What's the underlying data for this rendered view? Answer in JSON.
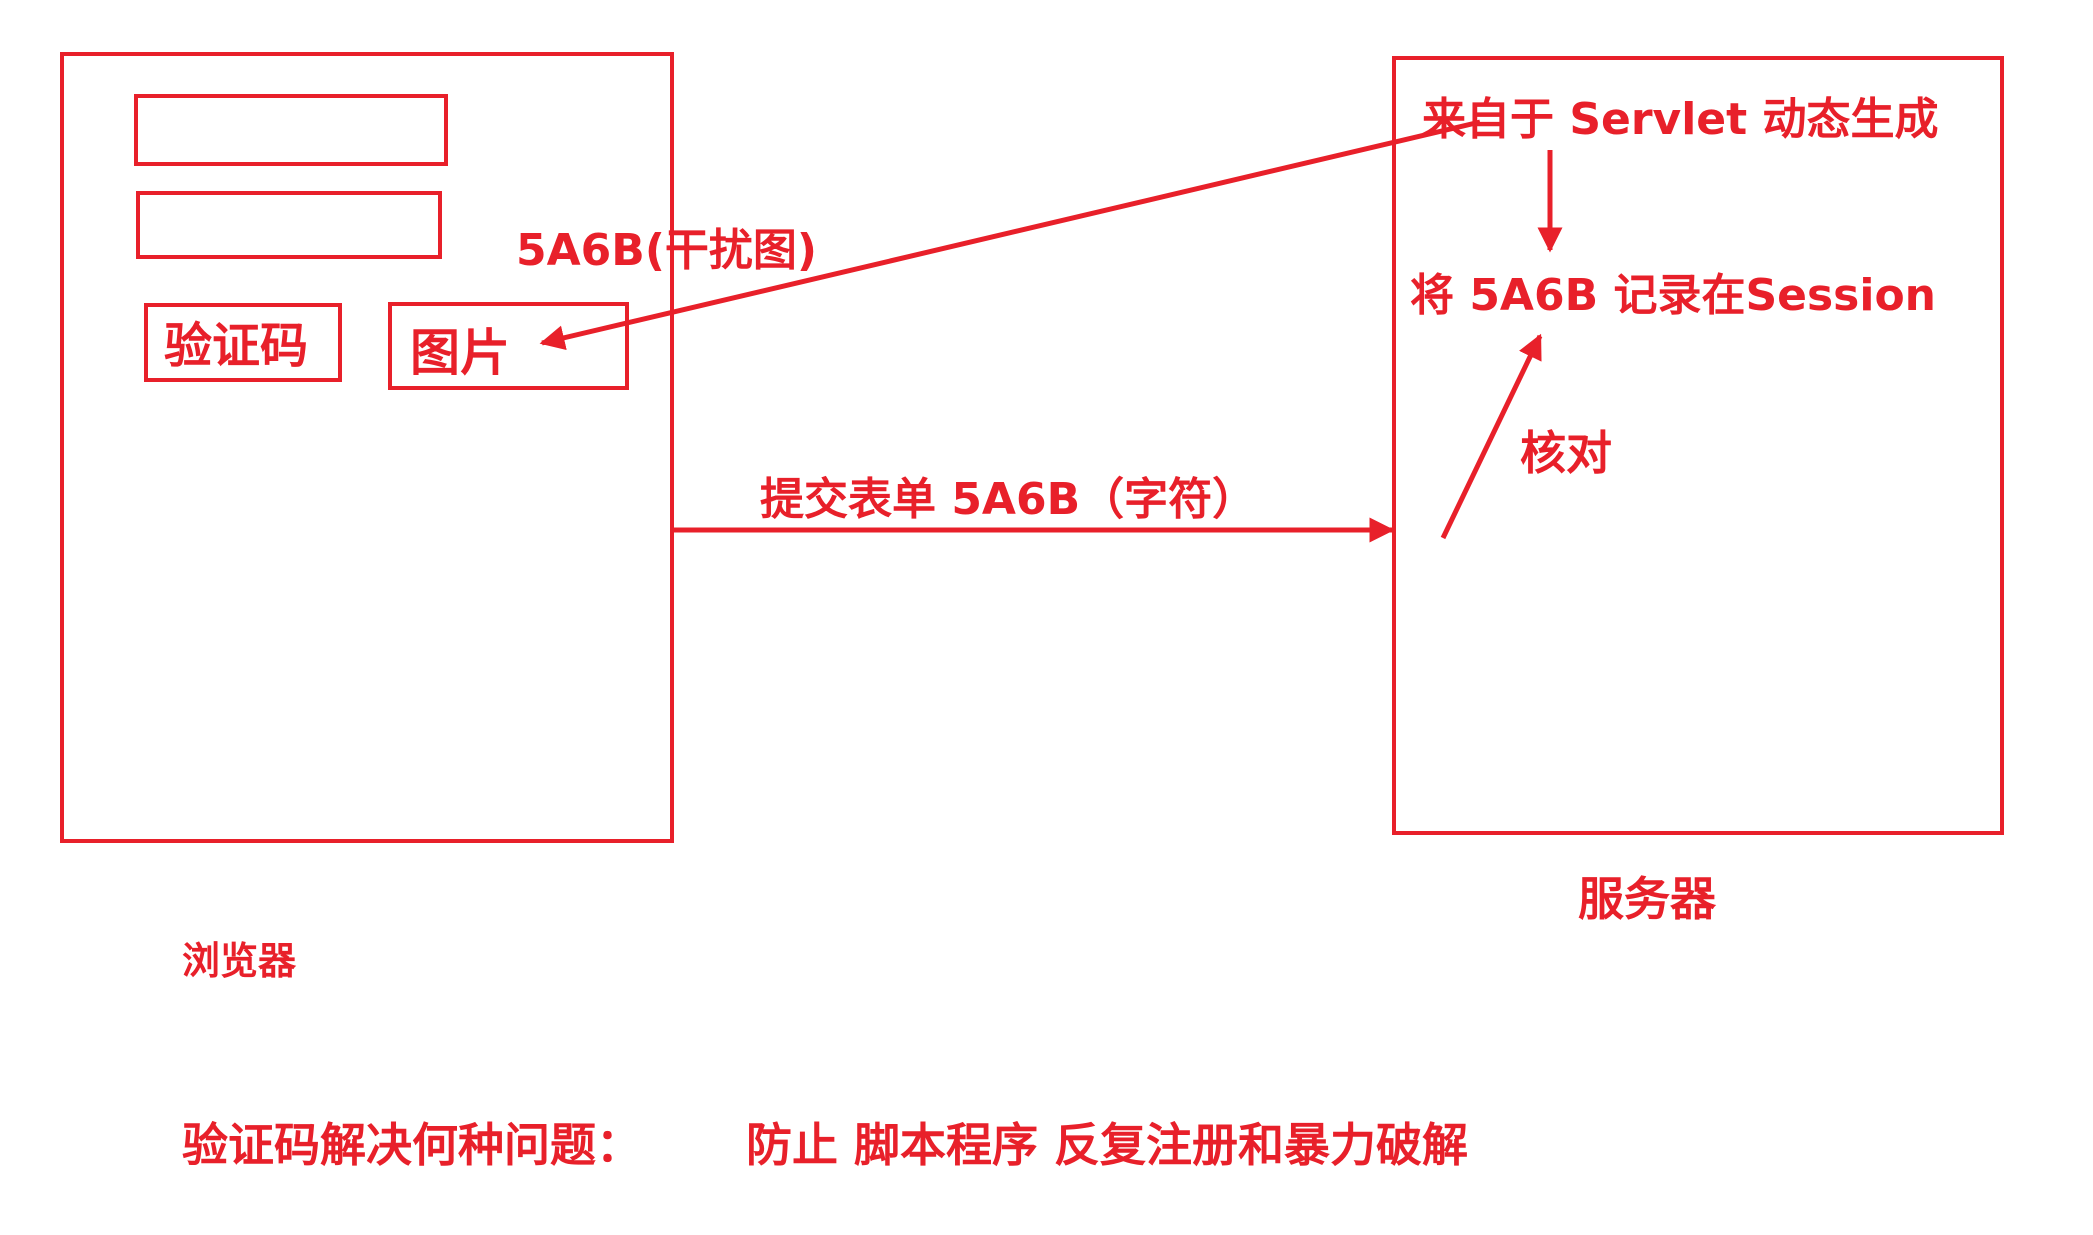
{
  "color": "#e8202a",
  "browser": {
    "captcha_label": "验证码",
    "image_label": "图片",
    "caption": "浏览器"
  },
  "server": {
    "source_text": "来自于  Servlet 动态生成",
    "session_text": "将 5A6B 记录在Session",
    "verify_text": "核对",
    "caption": "服务器"
  },
  "arrows": {
    "image_label": "5A6B(干扰图)",
    "submit_label": "提交表单   5A6B（字符）"
  },
  "footer": {
    "question": "验证码解决何种问题：",
    "answer": "防止 脚本程序    反复注册和暴力破解"
  }
}
